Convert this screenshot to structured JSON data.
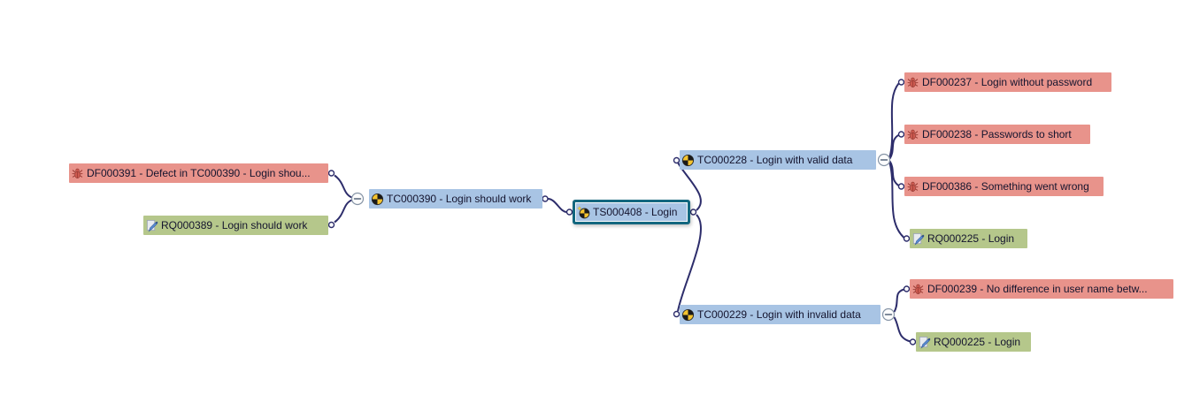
{
  "view": {
    "name": "test-mindmap",
    "background": "#ffffff"
  },
  "colors": {
    "test_case": "#a8c4e4",
    "defect": "#e8938b",
    "requirement": "#b5c78b",
    "selected_border": "#13677f",
    "connector": "#2d2d6b",
    "node_text": "#14142e"
  },
  "nodes": [
    {
      "id": "DF000391",
      "type": "defect",
      "icon": "defect-icon",
      "label": "DF000391 - Defect in TC000390 - Login shou...",
      "selected": false
    },
    {
      "id": "RQ000389",
      "type": "requirement",
      "icon": "requirement-icon",
      "label": "RQ000389 - Login should work",
      "selected": false
    },
    {
      "id": "TC000390",
      "type": "test-case",
      "icon": "test-case-icon",
      "label": "TC000390 - Login should work",
      "selected": false
    },
    {
      "id": "TS000408",
      "type": "test-set",
      "icon": "test-set-icon",
      "label": "TS000408 - Login",
      "selected": true
    },
    {
      "id": "TC000228",
      "type": "test-case",
      "icon": "test-case-icon",
      "label": "TC000228 - Login with valid data",
      "selected": false
    },
    {
      "id": "DF000237",
      "type": "defect",
      "icon": "defect-icon",
      "label": "DF000237 - Login without password",
      "selected": false
    },
    {
      "id": "DF000238",
      "type": "defect",
      "icon": "defect-icon",
      "label": "DF000238 - Passwords to short",
      "selected": false
    },
    {
      "id": "DF000386",
      "type": "defect",
      "icon": "defect-icon",
      "label": "DF000386 - Something went wrong",
      "selected": false
    },
    {
      "id": "RQ000225",
      "type": "requirement",
      "icon": "requirement-icon",
      "label": "RQ000225 - Login",
      "selected": false
    },
    {
      "id": "TC000229",
      "type": "test-case",
      "icon": "test-case-icon",
      "label": "TC000229 - Login with invalid data",
      "selected": false
    },
    {
      "id": "DF000239",
      "type": "defect",
      "icon": "defect-icon",
      "label": "DF000239 - No difference in user name betw...",
      "selected": false
    },
    {
      "id": "RQ000225-2",
      "type": "requirement",
      "icon": "requirement-icon",
      "label": "RQ000225 - Login",
      "selected": false
    }
  ],
  "expanders": [
    {
      "for": "TC000390",
      "state": "expanded",
      "symbol": "-"
    },
    {
      "for": "TC000228",
      "state": "expanded",
      "symbol": "-"
    },
    {
      "for": "TC000229",
      "state": "expanded",
      "symbol": "-"
    }
  ]
}
